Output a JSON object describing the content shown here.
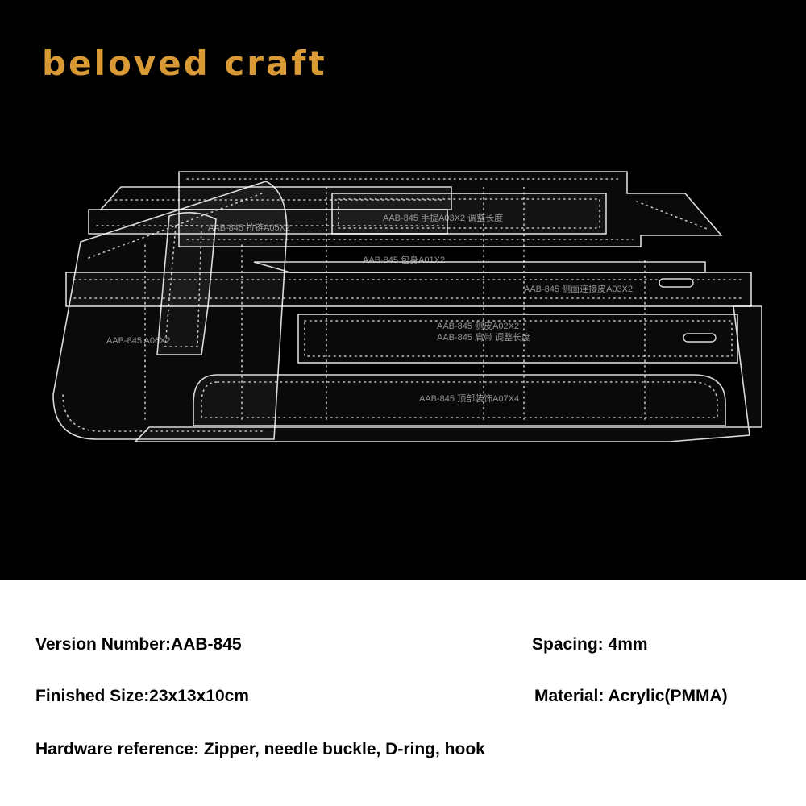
{
  "brand": {
    "logo_text": "beloved craft",
    "color": "#d99a35"
  },
  "template_labels": {
    "l1": "AAB-845 拉链A05X2",
    "l2": "AAB-845 手提A03X2 调整长度",
    "l3": "AAB-845 包身A01X2",
    "l4": "AAB-845 侧面连接皮A03X2",
    "l5": "AAB-845 侧皮A02X2",
    "l6": "AAB-845 肩带 调整长度",
    "l7": "AAB-845 顶部装饰A07X4",
    "l8": "AAB-845 A06X2"
  },
  "specs": {
    "version": "Version Number:AAB-845",
    "spacing": "Spacing: 4mm",
    "size": "Finished Size:23x13x10cm",
    "material": "Material: Acrylic(PMMA)",
    "hardware": "Hardware reference: Zipper, needle buckle, D-ring, hook"
  }
}
